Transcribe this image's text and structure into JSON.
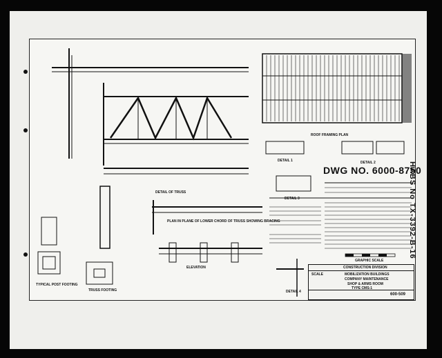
{
  "drawing": {
    "drawing_number": "DWG NO. 6000-8750",
    "habs_number": "HABS No TX-3392-B-16",
    "sheet_number": "600-509"
  },
  "labels": {
    "detail_of_truss": "DETAIL OF TRUSS",
    "plan_of_lower_chord": "PLAN IN PLANE OF LOWER CHORD OF TRUSS SHOWING BRACING",
    "elevation": "ELEVATION",
    "roof_framing_plan": "ROOF FRAMING PLAN",
    "detail_1": "DETAIL 1",
    "detail_2": "DETAIL 2",
    "detail_3": "DETAIL 3",
    "detail_4": "DETAIL 4",
    "typical_post_footing": "TYPICAL POST FOOTING",
    "truss_footing": "TRUSS FOOTING",
    "graphic_scale": "GRAPHIC SCALE"
  },
  "title_block": {
    "office": "CONSTRUCTION DIVISION",
    "building": "MOBILIZATION BUILDINGS",
    "company": "COMPANY MAINTENANCE",
    "shop": "SHOP & ARMS ROOM",
    "type": "TYPE CMS-1",
    "scale": "SCALE"
  }
}
